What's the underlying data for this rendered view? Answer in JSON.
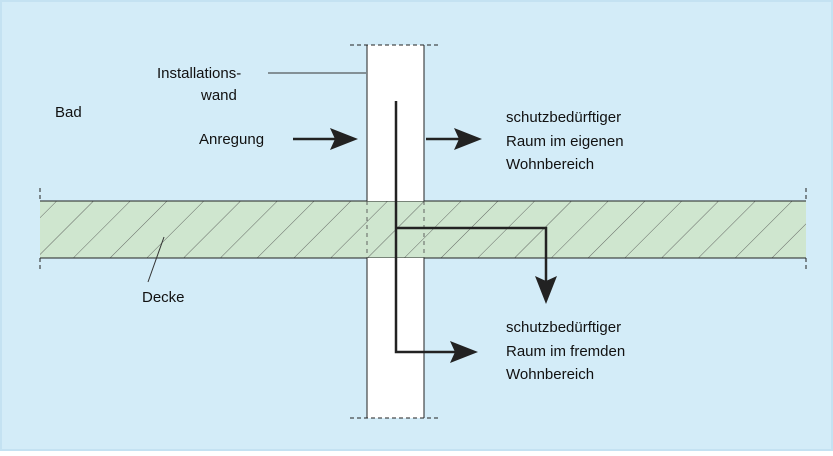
{
  "colors": {
    "background": "#d3ecf8",
    "border": "#c4e2f2",
    "ceiling_fill": "#cfe6cf",
    "wall_fill": "#ffffff",
    "line": "#222222"
  },
  "labels": {
    "bad": "Bad",
    "installationswand_line1": "Installations-",
    "installationswand_line2": "wand",
    "anregung": "Anregung",
    "decke": "Decke",
    "own_room": [
      "schutzbedürftiger",
      "Raum im eigenen",
      "Wohnbereich"
    ],
    "foreign_room": [
      "schutzbedürftiger",
      "Raum im fremden",
      "Wohnbereich"
    ]
  }
}
